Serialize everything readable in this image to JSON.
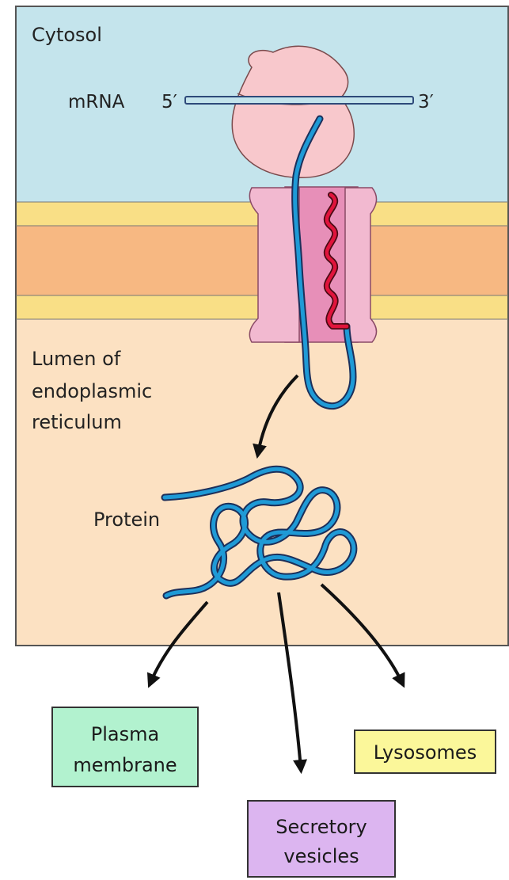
{
  "labels": {
    "cytosol": "Cytosol",
    "mrna": "mRNA",
    "five_prime": "5′",
    "three_prime": "3′",
    "lumen_line1": "Lumen of",
    "lumen_line2": "endoplasmic",
    "lumen_line3": "reticulum",
    "protein": "Protein"
  },
  "destinations": {
    "plasma_line1": "Plasma",
    "plasma_line2": "membrane",
    "lysosomes": "Lysosomes",
    "secretory_line1": "Secretory",
    "secretory_line2": "vesicles"
  },
  "colors": {
    "cytosol": "#c4e4ec",
    "membrane_outer": "#f9df86",
    "membrane_core": "#f7b882",
    "lumen": "#fce1c2",
    "ribosome": "#f8c8cc",
    "translocon": "#f2b9d0",
    "channel": "#e78fb8",
    "chain": "#1f9ad6",
    "signal": "#e0143c",
    "plasma_box": "#b2f2cf",
    "lysosome_box": "#fbf79a",
    "secretory_box": "#dcb5f0"
  }
}
